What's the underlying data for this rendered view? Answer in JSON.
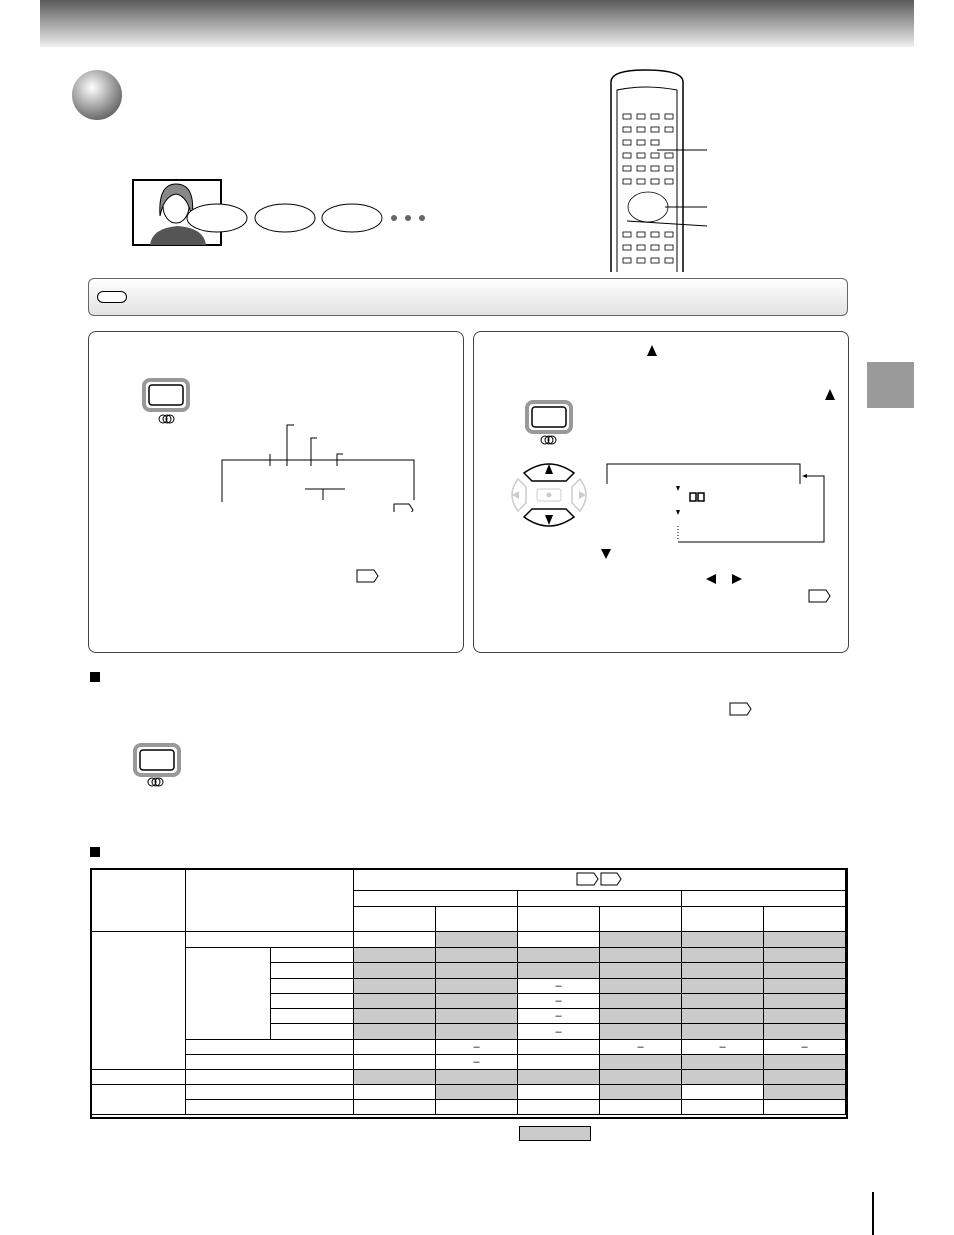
{
  "colors": {
    "shade": "#cbcbcb",
    "header_gradient_dark": "#5a5a5a",
    "tab": "#9a9a9a"
  },
  "icons": [
    "section-ball-icon",
    "remote-control-icon",
    "woman-portrait-icon",
    "speech-bubble-icon",
    "button-icon",
    "dpad-icon",
    "page-ref-icon",
    "bullet-square-icon"
  ],
  "table": {
    "dash": "–",
    "rows": [
      [
        "",
        "g",
        "",
        "g",
        "g",
        "g"
      ],
      [
        "g",
        "g",
        "g",
        "g",
        "g",
        "g"
      ],
      [
        "g",
        "g",
        "g",
        "g",
        "g",
        "g"
      ],
      [
        "g",
        "g",
        "d",
        "g",
        "g",
        "g"
      ],
      [
        "g",
        "g",
        "d",
        "g",
        "g",
        "g"
      ],
      [
        "g",
        "g",
        "d",
        "g",
        "g",
        "g"
      ],
      [
        "g",
        "g",
        "d",
        "g",
        "g",
        "g"
      ],
      [
        "",
        "d",
        "",
        "d",
        "d",
        "d"
      ],
      [
        "",
        "d",
        "",
        "g",
        "g",
        "g"
      ],
      [
        "g",
        "g",
        "g",
        "g",
        "g",
        "g"
      ],
      [
        "",
        "g",
        "",
        "g",
        "",
        "g"
      ],
      [
        "",
        "",
        "",
        "",
        "",
        ""
      ]
    ]
  }
}
